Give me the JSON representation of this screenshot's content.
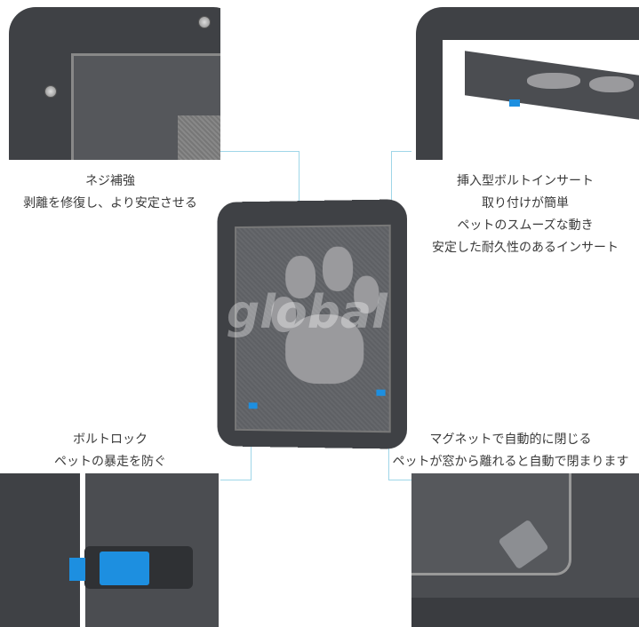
{
  "captions": {
    "top_left": [
      "ネジ補強",
      "剥離を修復し、より安定させる"
    ],
    "top_right": [
      "挿入型ボルトインサート",
      "取り付けが簡単",
      "ペットのスムーズな動き",
      "安定した耐久性のあるインサート"
    ],
    "bottom_left": [
      "ボルトロック",
      "ペットの暴走を防ぐ"
    ],
    "bottom_right": [
      "マグネットで自動的に閉じる",
      "ペットが窓から離れると自動で閉まります"
    ]
  },
  "watermark": "global",
  "colors": {
    "frame": "#3f4145",
    "accent": "#1d8fe0",
    "callout": "#9fd6e8"
  }
}
